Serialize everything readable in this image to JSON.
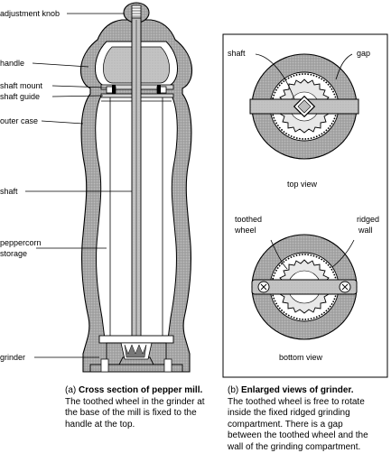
{
  "left_labels": {
    "adjustment_knob": "adjustment knob",
    "handle": "handle",
    "shaft_mount": "shaft mount",
    "shaft_guide": "shaft guide",
    "outer_case": "outer case",
    "shaft": "shaft",
    "peppercorn_storage_1": "peppercorn",
    "peppercorn_storage_2": "storage",
    "grinder": "grinder"
  },
  "right_labels": {
    "shaft": "shaft",
    "gap": "gap",
    "top_view": "top view",
    "toothed_wheel_1": "toothed",
    "toothed_wheel_2": "wheel",
    "ridged_wall_1": "ridged",
    "ridged_wall_2": "wall",
    "bottom_view": "bottom view"
  },
  "captions": {
    "a_prefix": "(a)",
    "a_title": "Cross section of pepper mill.",
    "a_lines": [
      "The toothed wheel in the grinder at",
      "the base of the mill is fixed to the",
      "handle at the top."
    ],
    "b_prefix": "(b)",
    "b_title": "Enlarged views of grinder.",
    "b_lines": [
      "The toothed wheel is free to rotate",
      "inside the fixed ridged grinding",
      "compartment.  There is a gap",
      "between the toothed wheel and the",
      "wall of the grinding compartment."
    ]
  }
}
